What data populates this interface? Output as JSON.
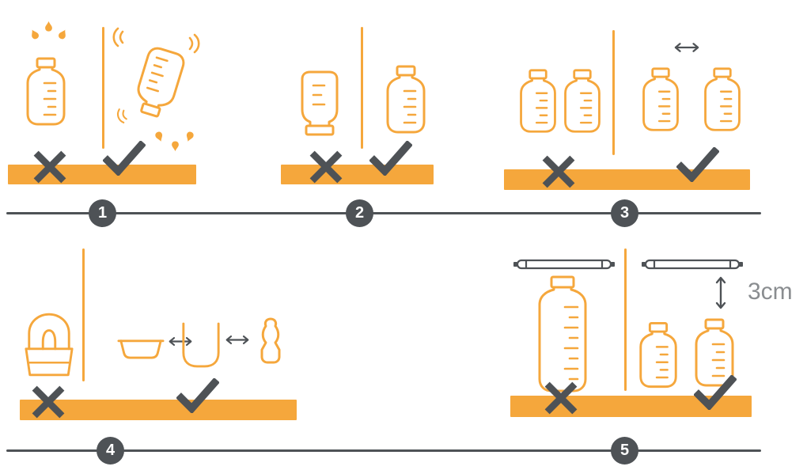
{
  "diagram": {
    "type": "instructional-do-dont-steps"
  },
  "colors": {
    "accent_orange": "#F5A73C",
    "dark_gray": "#4E5256",
    "label_gray": "#8A8D90",
    "background": "#FFFFFF"
  },
  "steps": [
    {
      "number": "1",
      "wrong": "bottle-wet-with-droplets",
      "right": "shake-water-off-bottle"
    },
    {
      "number": "2",
      "wrong": "bottle-placed-upside-down",
      "right": "bottle-placed-upright"
    },
    {
      "number": "3",
      "wrong": "bottles-touching-each-other",
      "right": "bottles-spaced-apart"
    },
    {
      "number": "4",
      "wrong": "parts-stacked-together",
      "right": "parts-laid-out-separately"
    },
    {
      "number": "5",
      "wrong": "bottle-too-close-to-uv-lamp",
      "right": "bottles-3cm-below-uv-lamp",
      "distance_label": "3cm"
    }
  ]
}
